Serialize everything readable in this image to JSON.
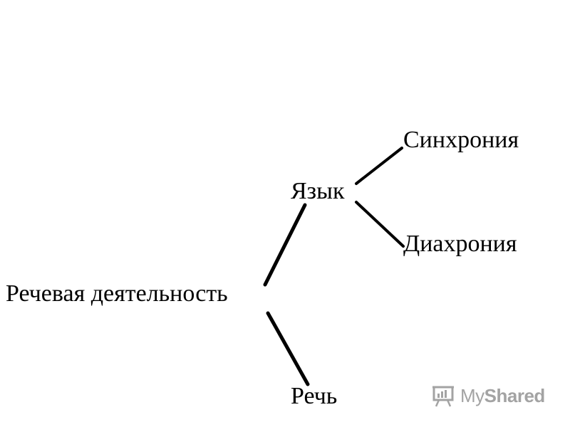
{
  "diagram": {
    "nodes": {
      "root": "Речевая деятельность",
      "language": "Язык",
      "speech": "Речь",
      "synchrony": "Синхрония",
      "diachrony": "Диахрония"
    },
    "edges": [
      [
        "root",
        "language"
      ],
      [
        "root",
        "speech"
      ],
      [
        "language",
        "synchrony"
      ],
      [
        "language",
        "diachrony"
      ]
    ],
    "line_color": "#000000"
  },
  "watermark": {
    "text_a": "My",
    "text_b": "Shared",
    "color": "#9a9a9a"
  }
}
